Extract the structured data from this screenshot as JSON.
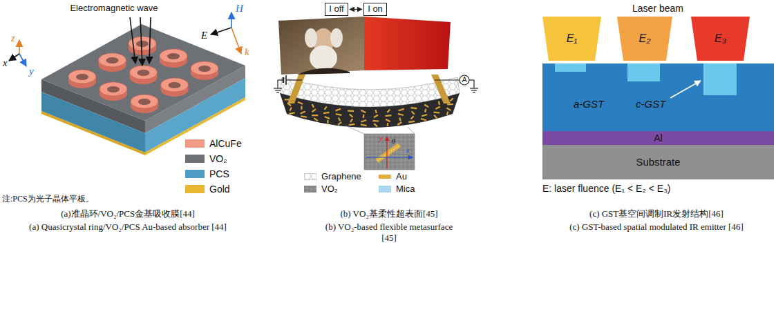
{
  "diagram": {
    "nodes": [
      {
        "text": [
          "I off"
        ]
      },
      {
        "text": [
          "I on"
        ]
      },
      {
        "text": [
          "E₁"
        ]
      },
      {
        "text": [
          "E₂"
        ]
      },
      {
        "text": [
          "E₃"
        ]
      },
      {
        "text": [
          "a-GST",
          "c-GST"
        ]
      },
      {
        "text": [
          "Al"
        ]
      },
      {
        "text": [
          "Substrate"
        ]
      }
    ],
    "edges": [
      {
        "from": 0,
        "to": 1,
        "arrow": "both"
      }
    ],
    "labels": [
      "Electromagnetic wave",
      "x",
      "y",
      "z",
      "H",
      "E",
      "k",
      "注:PCS为光子晶体平板。",
      "(a)准晶环/VO₂/PCS金基吸收膜[44]",
      "(a) Quasicrystal ring/VO₂/PCS Au-based absorber [44]",
      "x",
      "y",
      "θ",
      "(b) VO₂基柔性超表面[45]",
      "(b) VO₂-based flexible metasurface [45]",
      "Laser beam",
      "(c) GST基空间调制IR发射结构[46]",
      "(c) GST-based spatial modulated IR emitter [46]",
      "E: laser fluence (E₁ < E₂ < E₃)",
      "A"
    ],
    "legend": [
      {
        "text": "AlCuFe",
        "color": "#f29a86"
      },
      {
        "text": "VO₂",
        "color": "#6d7075"
      },
      {
        "text": "PCS",
        "color": "#4f9cc4"
      },
      {
        "text": "Gold",
        "color": "#e8b830"
      },
      {
        "text": "Graphene"
      },
      {
        "text": "Au",
        "color": "#e0b040"
      },
      {
        "text": "VO₂"
      },
      {
        "text": "Mica",
        "color": "#a9d8f0"
      }
    ]
  }
}
